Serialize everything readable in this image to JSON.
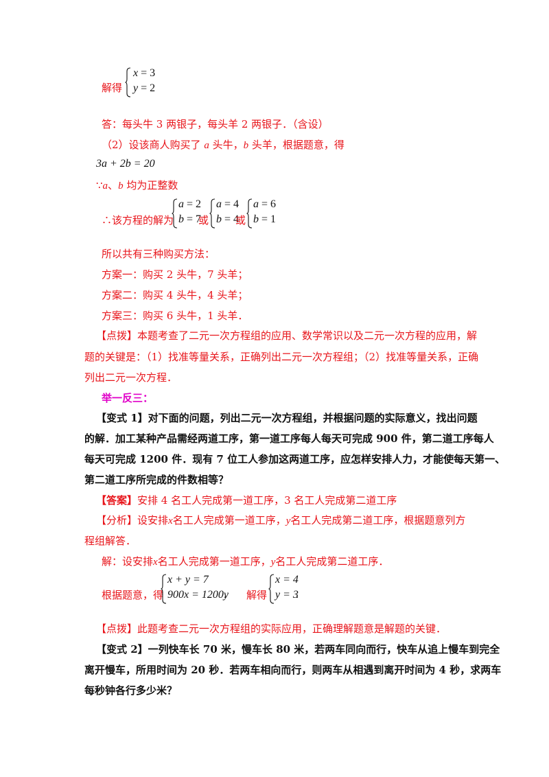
{
  "solution1": {
    "label": "解得",
    "eq1_var": "x",
    "eq1_rest": " = 3",
    "eq2_var": "y",
    "eq2_rest": " = 2"
  },
  "answer1": "答：每头牛 3 两银子，每头羊 2 两银子．（含设）",
  "part2": {
    "intro_a": "（2）设该商人购买了",
    "var_a": "a",
    "intro_b": "头牛，",
    "var_b": "b",
    "intro_c": "头羊，根据题意，得",
    "equation": "3a + 2b = 20",
    "because_symbol": "∵",
    "because_a": "a",
    "because_sep": "、",
    "because_b": "b",
    "because_text": "均为正整数",
    "therefore_text": "∴该方程的解为",
    "or_text": "或",
    "solutions": [
      {
        "a_var": "a",
        "a_val": " = 2",
        "b_var": "b",
        "b_val": " = 7"
      },
      {
        "a_var": "a",
        "a_val": " = 4",
        "b_var": "b",
        "b_val": " = 4"
      },
      {
        "a_var": "a",
        "a_val": " = 6",
        "b_var": "b",
        "b_val": " = 1"
      }
    ],
    "summary": "所以共有三种购买方法：",
    "plans": [
      "方案一：购买 2 头牛，7 头羊；",
      "方案二：购买 4 头牛，4 头羊；",
      "方案三：购买 6 头牛，1 头羊．"
    ]
  },
  "comment1": {
    "lines": [
      "【点拨】本题考查了二元一次方程组的应用、数学常识以及二元一次方程的应用，解",
      "题的关键是：（1）找准等量关系，正确列出二元一次方程组；（2）找准等量关系，正确",
      "列出二元一次方程．"
    ]
  },
  "section_title": "举一反三：",
  "variant1": {
    "lines": [
      "【变式 1】对下面的问题，列出二元一次方程组，并根据问题的实际意义，找出问题",
      "的解．加工某种产品需经两道工序，第一道工序每人每天可完成 900 件，第二道工序每人",
      "每天可完成 1200 件．现有 7 位工人参加这两道工序，应怎样安排人力，才能使每天第一、",
      "第二道工序所完成的件数相等？"
    ],
    "answer_tag": "【答案】",
    "answer_text": "安排 4 名工人完成第一道工序，3 名工人完成第二道工序",
    "analysis_a": "【分析】设安排",
    "analysis_x": "x",
    "analysis_b": "名工人完成第一道工序，",
    "analysis_y": "y",
    "analysis_c": "名工人完成第二道工序，根据题意列方",
    "analysis_line2": "程组解答．",
    "solve_a": "解：设安排",
    "solve_x": "x",
    "solve_b": "名工人完成第一道工序，",
    "solve_y": "y",
    "solve_c": "名工人完成第二道工序．",
    "by_meaning": "根据题意，得",
    "sys1_row1": "x + y = 7",
    "sys1_row2": "900x = 1200y",
    "solved_label": "解得",
    "sys2_row1": "x = 4",
    "sys2_row2": "y = 3",
    "comment": "【点拨】此题考查二元一次方程组的实际应用，正确理解题意是解题的关键．"
  },
  "variant2": {
    "lines": [
      "【变式 2】一列快车长 70 米，慢车长 80 米，若两车同向而行，快车从追上慢车到完全",
      "离开慢车，所用时间为 20 秒．若两车相向而行，则两车从相遇到离开时间为 4 秒，求两车",
      "每秒钟各行多少米？"
    ]
  }
}
